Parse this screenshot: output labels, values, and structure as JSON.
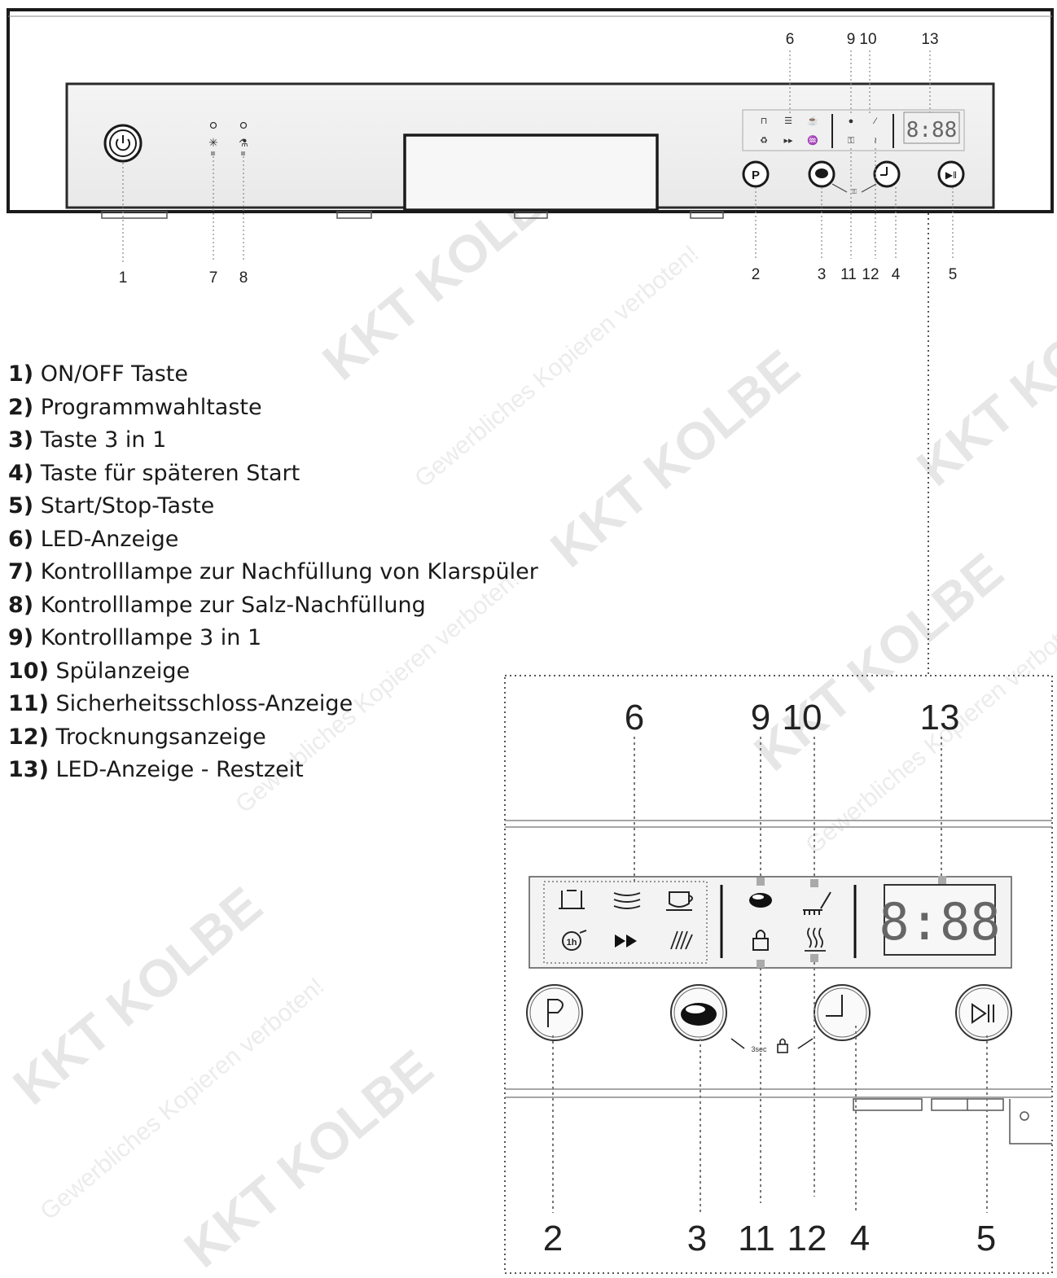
{
  "watermark": {
    "brand": "KKT KOLBE",
    "notice": "Gewerbliches Kopieren verboten!"
  },
  "panel_callouts": {
    "top": [
      "6",
      "9",
      "10",
      "13"
    ],
    "bottom": [
      "1",
      "7",
      "8",
      "2",
      "3",
      "11",
      "12",
      "4",
      "5"
    ]
  },
  "zoom_callouts": {
    "top": [
      "6",
      "9",
      "10",
      "13"
    ],
    "bottom": [
      "2",
      "3",
      "11",
      "12",
      "4",
      "5"
    ]
  },
  "display": {
    "digits": "8:88",
    "lock_combo_label": "3sec"
  },
  "legend": [
    {
      "num": "1)",
      "text": "ON/OFF Taste"
    },
    {
      "num": "2)",
      "text": "Programmwahltaste"
    },
    {
      "num": "3)",
      "text": "Taste 3 in 1"
    },
    {
      "num": "4)",
      "text": "Taste für späteren Start"
    },
    {
      "num": "5)",
      "text": "Start/Stop-Taste"
    },
    {
      "num": "6)",
      "text": "LED-Anzeige"
    },
    {
      "num": "7)",
      "text": "Kontrolllampe zur Nachfüllung von Klarspüler"
    },
    {
      "num": "8)",
      "text": "Kontrolllampe zur Salz-Nachfüllung"
    },
    {
      "num": "9)",
      "text": "Kontrolllampe 3 in 1"
    },
    {
      "num": "10)",
      "text": "Spülanzeige"
    },
    {
      "num": "11)",
      "text": "Sicherheitsschloss-Anzeige"
    },
    {
      "num": "12)",
      "text": "Trocknungsanzeige"
    },
    {
      "num": "13)",
      "text": "LED-Anzeige - Restzeit"
    }
  ]
}
